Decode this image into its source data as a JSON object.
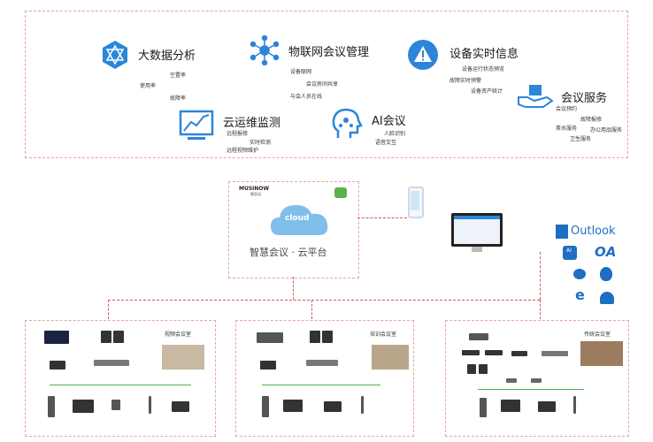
{
  "services": {
    "bigdata": {
      "title": "大数据分析",
      "items": [
        "空置率",
        "使用率",
        "故障率"
      ]
    },
    "iot": {
      "title": "物联网会议管理",
      "items": [
        "设备联网",
        "会议房间共享",
        "与会人员在线"
      ]
    },
    "realtime": {
      "title": "设备实时信息",
      "items": [
        "设备运行状态预览",
        "故障实时预警",
        "设备资产统计"
      ]
    },
    "meeting": {
      "title": "会议服务",
      "items": [
        "会议预约",
        "故障报修",
        "茶水服务",
        "办公用品服务",
        "卫生服务"
      ]
    },
    "ops": {
      "title": "云运维监测",
      "items": [
        "远程报修",
        "实时检测",
        "远程视频维护"
      ]
    },
    "ai": {
      "title": "AI会议",
      "items": [
        "人脸识别",
        "语音交互"
      ]
    }
  },
  "cloud": {
    "logo": "MUSINOW",
    "logo_sub": "舞思诺",
    "cloud_label": "cloud",
    "platform": "智慧会议 · 云平台"
  },
  "apps": {
    "outlook": "Outlook",
    "ai_label": "AI",
    "oa": "OA"
  },
  "rooms": [
    {
      "title": "视频会议室"
    },
    {
      "title": "培训会议室"
    },
    {
      "title": "传统会议室"
    }
  ],
  "colors": {
    "accent": "#2b86d9",
    "dash": "#e8a3a8",
    "network": "#4caf50"
  }
}
